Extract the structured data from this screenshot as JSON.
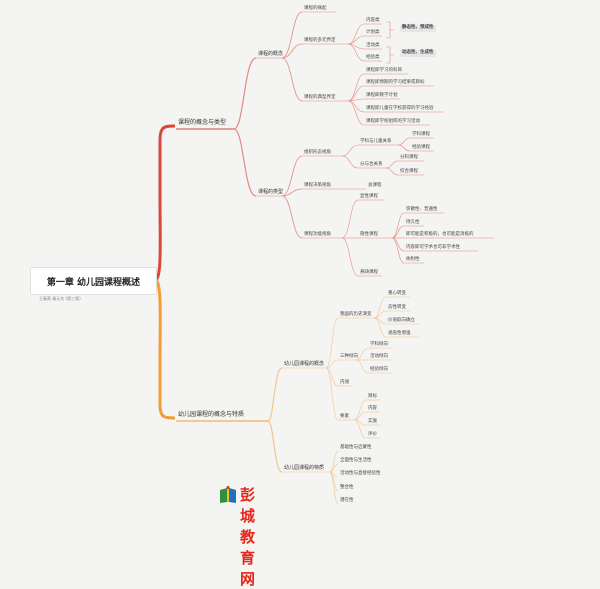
{
  "root": {
    "title": "第一章 幼儿园课程概述",
    "subtitle": "王春燕 秦元东 (第三版)"
  },
  "branch_a": {
    "label": "课程的概念与类型",
    "concept": {
      "label": "课程的概念",
      "origin": "课程的缘起",
      "multi": {
        "label": "课程的多元界定",
        "items": [
          "内容类",
          "计划类",
          "活动类",
          "经验类"
        ],
        "static": "静态性、预成性",
        "dynamic": "动态性、生成性"
      },
      "typical": {
        "label": "课程的典型界定",
        "items": [
          "课程即学习的科目",
          "课程即预期的学习结果或目标",
          "课程即教学计划",
          "课程即儿童在学校获得的学习经验",
          "课程即学校组织的学习活动"
        ]
      }
    },
    "types": {
      "label": "课程的类型",
      "org": {
        "label": "组织形态视角",
        "subject_rel": "学科与儿童关系",
        "subject_items": [
          "学科课程",
          "经验课程"
        ],
        "split_rel": "分与合关系",
        "split_items": [
          "分科课程",
          "综合课程"
        ]
      },
      "policy": {
        "label": "课程决策视角",
        "item": "总课程"
      },
      "function": {
        "label": "课程功能视角",
        "explicit": "显性课程",
        "hidden": "隐性课程",
        "hidden_items": [
          "弥散性、普遍性",
          "持久性",
          "即可能是积极的，也可能是消极的",
          "内容即可学术也可非学术性",
          "依附性"
        ],
        "null": "悬缺课程"
      }
    }
  },
  "branch_b": {
    "label": "幼儿园课程的概念与特质",
    "concept": {
      "label": "幼儿园课程的概念",
      "history": {
        "label": "我国的历史演变",
        "items": [
          "重心转变",
          "态性转变",
          "价值取向确立",
          "涵盖性增强"
        ]
      },
      "three": {
        "label": "三种倾向",
        "items": [
          "学科倾向",
          "活动倾向",
          "经验倾向"
        ]
      },
      "connotation": "内涵",
      "elements": {
        "label": "要素",
        "items": [
          "目标",
          "内容",
          "实施",
          "评价"
        ]
      }
    },
    "traits": {
      "label": "幼儿园课程的特质",
      "items": [
        "基础性与启蒙性",
        "全面性与生活性",
        "活动性与直接经验性",
        "整合性",
        "潜在性"
      ]
    }
  },
  "watermark": "彭城教育网",
  "colors": {
    "branch_a": "#d9483b",
    "branch_b": "#f29d38",
    "red_sub": "#e48a82",
    "orange_sub": "#f3c48e"
  }
}
